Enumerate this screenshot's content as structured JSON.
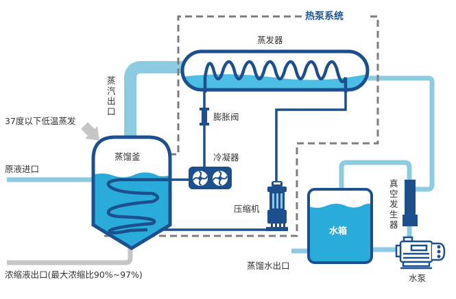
{
  "diagram": {
    "title": "热泵系统",
    "colors": {
      "dark_blue": "#1c4f8e",
      "water_blue": "#29acd9",
      "pipe_light": "#8ccbe0",
      "pipe_grey": "#c6c6c6",
      "dash_grey": "#7d7d7f",
      "text": "#333333"
    },
    "components": {
      "evaporator": "蒸发器",
      "expansion_valve": "膨胀阀",
      "condenser": "冷凝器",
      "compressor": "压缩机",
      "still": "蒸馏釜",
      "water_tank": "水箱",
      "vacuum_generator": "真空发生器",
      "water_pump": "水泵"
    },
    "labels": {
      "steam_outlet": "蒸汽出口",
      "low_temp_evaporation": "37度以下低温蒸发",
      "raw_liquid_inlet": "原液进口",
      "concentrate_outlet": "浓缩液出口(最大浓缩比90%~97%)",
      "distilled_water_outlet": "蒸馏水出口"
    }
  }
}
